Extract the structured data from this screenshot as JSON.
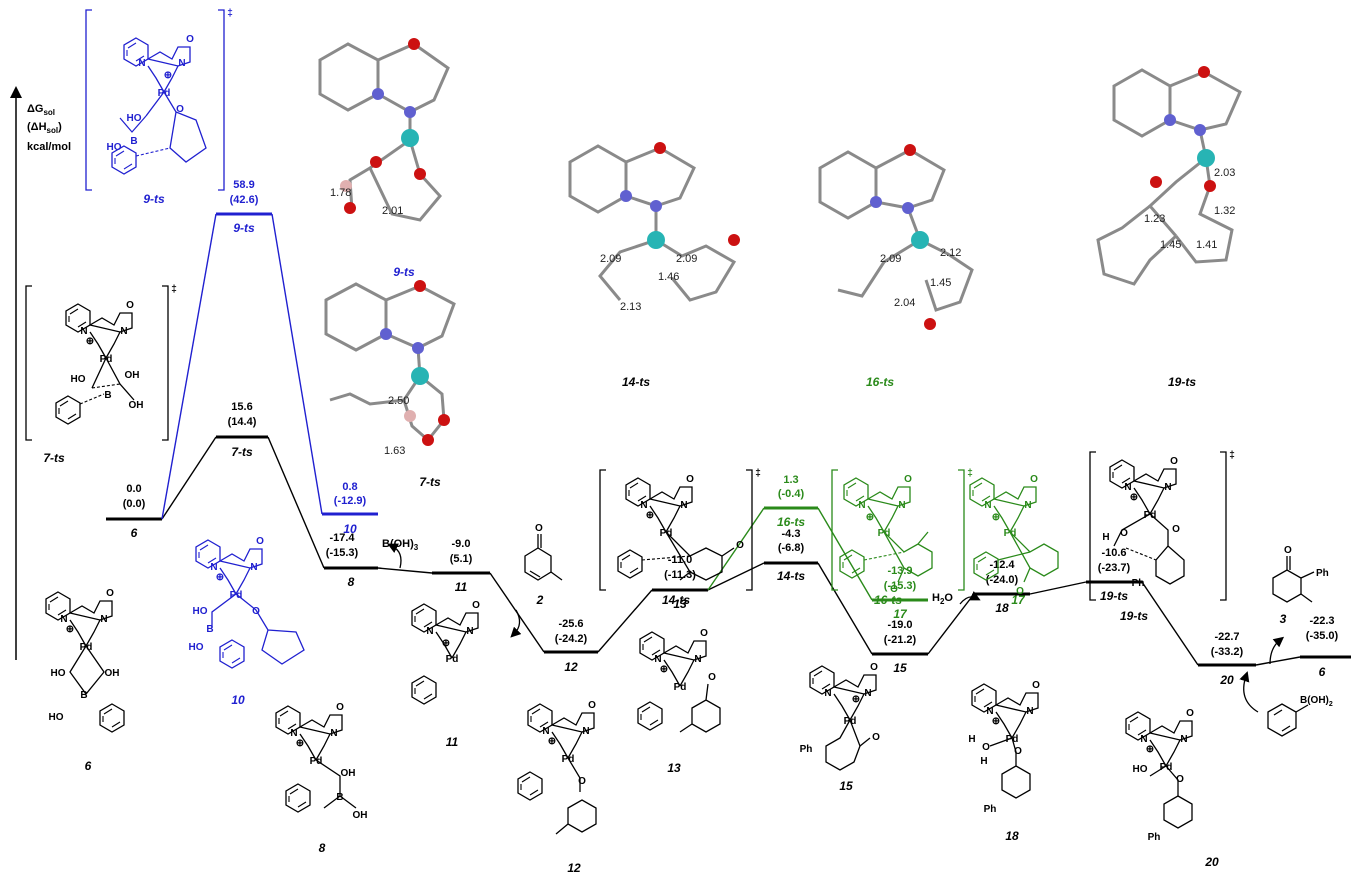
{
  "axis": {
    "energy_label": "ΔG",
    "energy_sub": "sol",
    "enthalpy_label": "(ΔH",
    "enthalpy_sub": "sol",
    "enthalpy_close": ")",
    "unit": "kcal/mol"
  },
  "colors": {
    "main": "#000000",
    "blue_path": "#2020d0",
    "green_path": "#2a8a1a",
    "pd_atom": "#27b4b4",
    "o_atom": "#cc1111",
    "n_atom": "#6060d0",
    "c_atom": "#b4b4b4",
    "b_atom": "#e0b0b0"
  },
  "levels": {
    "s6": {
      "name": "6",
      "g": "0.0",
      "h": "(0.0)"
    },
    "ts7": {
      "name": "7-ts",
      "g": "15.6",
      "h": "(14.4)"
    },
    "ts9": {
      "name": "9-ts",
      "g": "58.9",
      "h": "(42.6)"
    },
    "s10": {
      "name": "10",
      "g": "0.8",
      "h": "(-12.9)"
    },
    "s8": {
      "name": "8",
      "g": "-17.4",
      "h": "(-15.3)"
    },
    "s11": {
      "name": "11",
      "g": "-9.0",
      "h": "(5.1)"
    },
    "s12": {
      "name": "12",
      "g": "-25.6",
      "h": "(-24.2)"
    },
    "s13": {
      "name": "13",
      "g": "-11.0",
      "h": "(-11.3)"
    },
    "ts16": {
      "name": "16-ts",
      "g": "1.3",
      "h": "(-0.4)"
    },
    "ts14": {
      "name": "14-ts",
      "g": "-4.3",
      "h": "(-6.8)"
    },
    "s17": {
      "name": "17",
      "g": "-13.9",
      "h": "(-15.3)"
    },
    "s15": {
      "name": "15",
      "g": "-19.0",
      "h": "(-21.2)"
    },
    "s18": {
      "name": "18",
      "g": "-12.4",
      "h": "(-24.0)"
    },
    "ts19": {
      "name": "19-ts",
      "g": "-10.6",
      "h": "(-23.7)"
    },
    "s20": {
      "name": "20",
      "g": "-22.7",
      "h": "(-33.2)"
    },
    "s6b": {
      "name": "6",
      "g": "-22.3",
      "h": "(-35.0)"
    }
  },
  "reagents": {
    "boric_acid": "B(OH)",
    "boric_sub": "3",
    "water": "H",
    "water_sub": "2",
    "water_tail": "O",
    "enone_label": "2",
    "product_label": "3",
    "boronic_acid": "B(OH)",
    "boronic_sub": "2"
  },
  "structure_labels": {
    "s6": "6",
    "s7ts": "7-ts",
    "s9ts": "9-ts",
    "s10": "10",
    "s8": "8",
    "s11": "11",
    "s12": "12",
    "s13": "13",
    "s14ts": "14-ts",
    "s15": "15",
    "s16ts": "16-ts",
    "s17": "17",
    "s18": "18",
    "s19ts": "19-ts",
    "s20": "20",
    "ts_mark": "‡"
  },
  "atoms": {
    "pd": "Pd",
    "n": "N",
    "o": "O",
    "b": "B",
    "oh": "OH",
    "ho": "HO",
    "h": "H",
    "ph": "Ph",
    "plus": "⊕"
  },
  "geometry_labels": {
    "g9ts": {
      "name": "9-ts",
      "d": [
        "1.78",
        "2.01"
      ]
    },
    "g7ts": {
      "name": "7-ts",
      "d": [
        "2.50",
        "1.63"
      ]
    },
    "g14ts": {
      "name": "14-ts",
      "d": [
        "2.09",
        "2.09",
        "1.46",
        "2.13"
      ]
    },
    "g16ts": {
      "name": "16-ts",
      "d": [
        "2.09",
        "2.12",
        "1.45",
        "2.04"
      ]
    },
    "g19ts": {
      "name": "19-ts",
      "d": [
        "2.03",
        "1.23",
        "1.32",
        "1.45",
        "1.41"
      ]
    }
  }
}
